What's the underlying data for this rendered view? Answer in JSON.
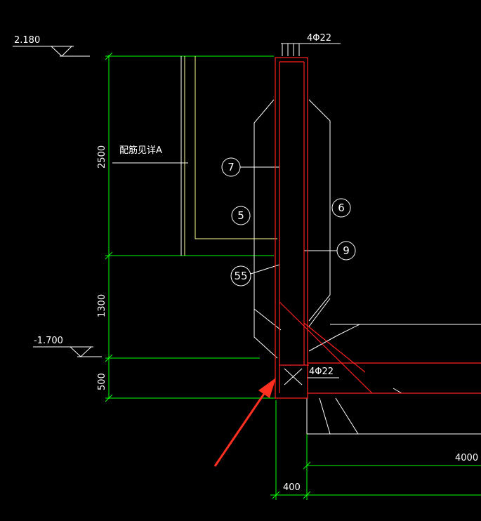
{
  "colors": {
    "background": "#000000",
    "dimension": "#00ff00",
    "outline": "#ffffff",
    "rebar": "#ff2020",
    "detail_line": "#ffff99",
    "arrow": "#ff3020"
  },
  "levels": {
    "top": "2.180",
    "bottom": "-1.700"
  },
  "dimensions": {
    "wall_upper": "2500",
    "wall_lower": "1300",
    "slab": "500",
    "wall_thickness": "400",
    "slab_length": "4000"
  },
  "labels": {
    "top_rebar": "4Φ22",
    "bottom_rebar": "4Φ22",
    "reinforcement_note": "配筋见详A"
  },
  "bubbles": {
    "b7": "7",
    "b5": "5",
    "b6": "6",
    "b9": "9",
    "b55": "55"
  },
  "annotation": {
    "arrow_icon": "red-pointer-arrow"
  }
}
